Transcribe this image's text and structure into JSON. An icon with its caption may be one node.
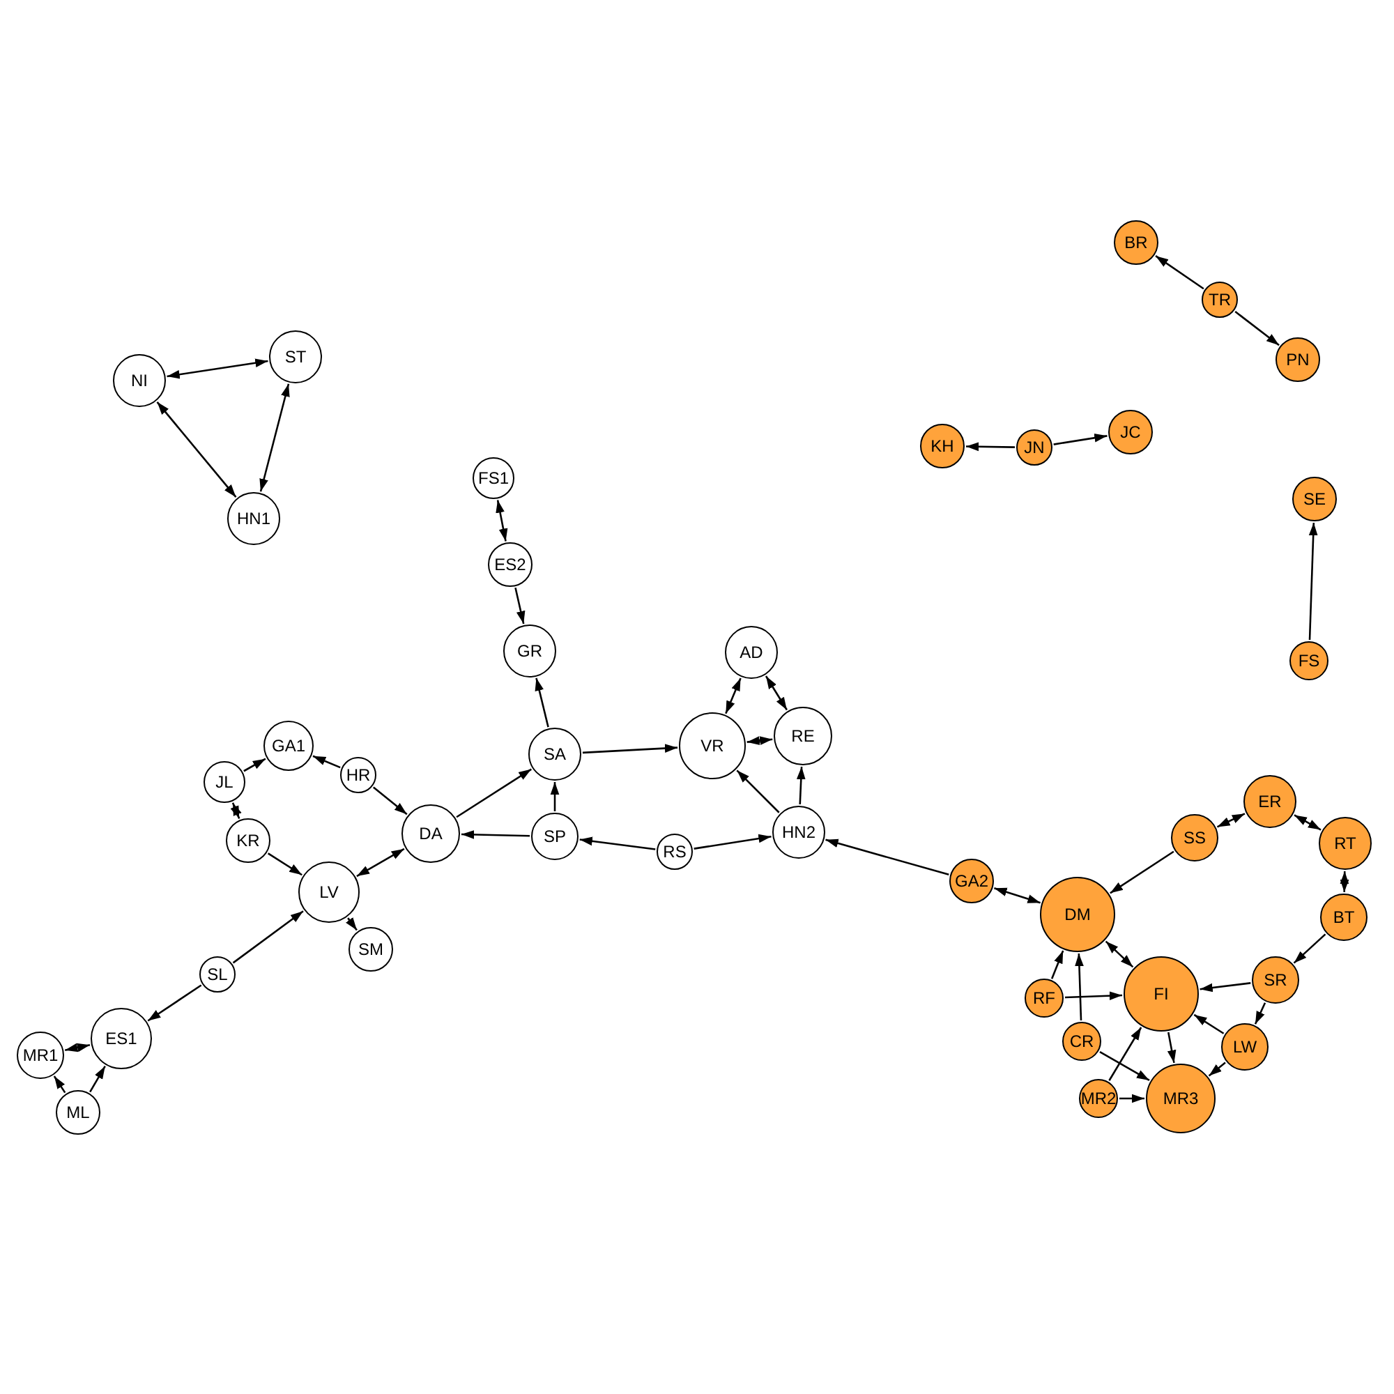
{
  "diagram": {
    "nodes": [
      {
        "text": [
          "NI"
        ]
      },
      {
        "text": [
          "ST"
        ]
      },
      {
        "text": [
          "HN1"
        ]
      },
      {
        "text": [
          "FS1"
        ]
      },
      {
        "text": [
          "ES2"
        ]
      },
      {
        "text": [
          "GR"
        ]
      },
      {
        "text": [
          "AD"
        ]
      },
      {
        "text": [
          "SA"
        ]
      },
      {
        "text": [
          "VR"
        ]
      },
      {
        "text": [
          "RE"
        ]
      },
      {
        "text": [
          "GA1"
        ]
      },
      {
        "text": [
          "HR"
        ]
      },
      {
        "text": [
          "JL"
        ]
      },
      {
        "text": [
          "KR"
        ]
      },
      {
        "text": [
          "DA"
        ]
      },
      {
        "text": [
          "SP"
        ]
      },
      {
        "text": [
          "RS"
        ]
      },
      {
        "text": [
          "HN2"
        ]
      },
      {
        "text": [
          "LV"
        ]
      },
      {
        "text": [
          "SM"
        ]
      },
      {
        "text": [
          "SL"
        ]
      },
      {
        "text": [
          "ES1"
        ]
      },
      {
        "text": [
          "MR1"
        ]
      },
      {
        "text": [
          "ML"
        ]
      },
      {
        "text": [
          "BR"
        ]
      },
      {
        "text": [
          "TR"
        ]
      },
      {
        "text": [
          "PN"
        ]
      },
      {
        "text": [
          "KH"
        ]
      },
      {
        "text": [
          "JN"
        ]
      },
      {
        "text": [
          "JC"
        ]
      },
      {
        "text": [
          "SE"
        ]
      },
      {
        "text": [
          "FS"
        ]
      },
      {
        "text": [
          "ER"
        ]
      },
      {
        "text": [
          "SS"
        ]
      },
      {
        "text": [
          "RT"
        ]
      },
      {
        "text": [
          "GA2"
        ]
      },
      {
        "text": [
          "DM"
        ]
      },
      {
        "text": [
          "BT"
        ]
      },
      {
        "text": [
          "SR"
        ]
      },
      {
        "text": [
          "RF"
        ]
      },
      {
        "text": [
          "FI"
        ]
      },
      {
        "text": [
          "CR"
        ]
      },
      {
        "text": [
          "LW"
        ]
      },
      {
        "text": [
          "MR2"
        ]
      },
      {
        "text": [
          "MR3"
        ]
      }
    ],
    "edges": [
      {
        "from": 0,
        "to": 1,
        "arrow": "both"
      },
      {
        "from": 0,
        "to": 2,
        "arrow": "both"
      },
      {
        "from": 1,
        "to": 2,
        "arrow": "both"
      },
      {
        "from": 3,
        "to": 4,
        "arrow": "both"
      },
      {
        "from": 4,
        "to": 5,
        "arrow": "to"
      },
      {
        "from": 7,
        "to": 5,
        "arrow": "to"
      },
      {
        "from": 6,
        "to": 8,
        "arrow": "both"
      },
      {
        "from": 6,
        "to": 9,
        "arrow": "both"
      },
      {
        "from": 7,
        "to": 8,
        "arrow": "to"
      },
      {
        "from": 8,
        "to": 9,
        "arrow": "both"
      },
      {
        "from": 11,
        "to": 10,
        "arrow": "to"
      },
      {
        "from": 12,
        "to": 10,
        "arrow": "to"
      },
      {
        "from": 12,
        "to": 13,
        "arrow": "both"
      },
      {
        "from": 11,
        "to": 14,
        "arrow": "to"
      },
      {
        "from": 14,
        "to": 7,
        "arrow": "to"
      },
      {
        "from": 15,
        "to": 7,
        "arrow": "to"
      },
      {
        "from": 15,
        "to": 14,
        "arrow": "to"
      },
      {
        "from": 16,
        "to": 15,
        "arrow": "to"
      },
      {
        "from": 16,
        "to": 17,
        "arrow": "to"
      },
      {
        "from": 17,
        "to": 8,
        "arrow": "to"
      },
      {
        "from": 17,
        "to": 9,
        "arrow": "to"
      },
      {
        "from": 35,
        "to": 17,
        "arrow": "to"
      },
      {
        "from": 13,
        "to": 18,
        "arrow": "to"
      },
      {
        "from": 18,
        "to": 14,
        "arrow": "both"
      },
      {
        "from": 18,
        "to": 19,
        "arrow": "to"
      },
      {
        "from": 20,
        "to": 18,
        "arrow": "to"
      },
      {
        "from": 20,
        "to": 21,
        "arrow": "to"
      },
      {
        "from": 21,
        "to": 22,
        "arrow": "both"
      },
      {
        "from": 23,
        "to": 22,
        "arrow": "to"
      },
      {
        "from": 23,
        "to": 21,
        "arrow": "to"
      },
      {
        "from": 25,
        "to": 24,
        "arrow": "to"
      },
      {
        "from": 25,
        "to": 26,
        "arrow": "to"
      },
      {
        "from": 28,
        "to": 27,
        "arrow": "to"
      },
      {
        "from": 28,
        "to": 29,
        "arrow": "to"
      },
      {
        "from": 31,
        "to": 30,
        "arrow": "to"
      },
      {
        "from": 33,
        "to": 32,
        "arrow": "both"
      },
      {
        "from": 32,
        "to": 34,
        "arrow": "both"
      },
      {
        "from": 37,
        "to": 34,
        "arrow": "both"
      },
      {
        "from": 33,
        "to": 36,
        "arrow": "to"
      },
      {
        "from": 35,
        "to": 36,
        "arrow": "both"
      },
      {
        "from": 37,
        "to": 38,
        "arrow": "to"
      },
      {
        "from": 36,
        "to": 40,
        "arrow": "both"
      },
      {
        "from": 39,
        "to": 36,
        "arrow": "to"
      },
      {
        "from": 39,
        "to": 40,
        "arrow": "to"
      },
      {
        "from": 41,
        "to": 36,
        "arrow": "to"
      },
      {
        "from": 38,
        "to": 40,
        "arrow": "to"
      },
      {
        "from": 38,
        "to": 42,
        "arrow": "to"
      },
      {
        "from": 42,
        "to": 40,
        "arrow": "to"
      },
      {
        "from": 41,
        "to": 44,
        "arrow": "to"
      },
      {
        "from": 43,
        "to": 40,
        "arrow": "to"
      },
      {
        "from": 43,
        "to": 44,
        "arrow": "to"
      },
      {
        "from": 40,
        "to": 44,
        "arrow": "to"
      },
      {
        "from": 42,
        "to": 44,
        "arrow": "to"
      }
    ]
  }
}
